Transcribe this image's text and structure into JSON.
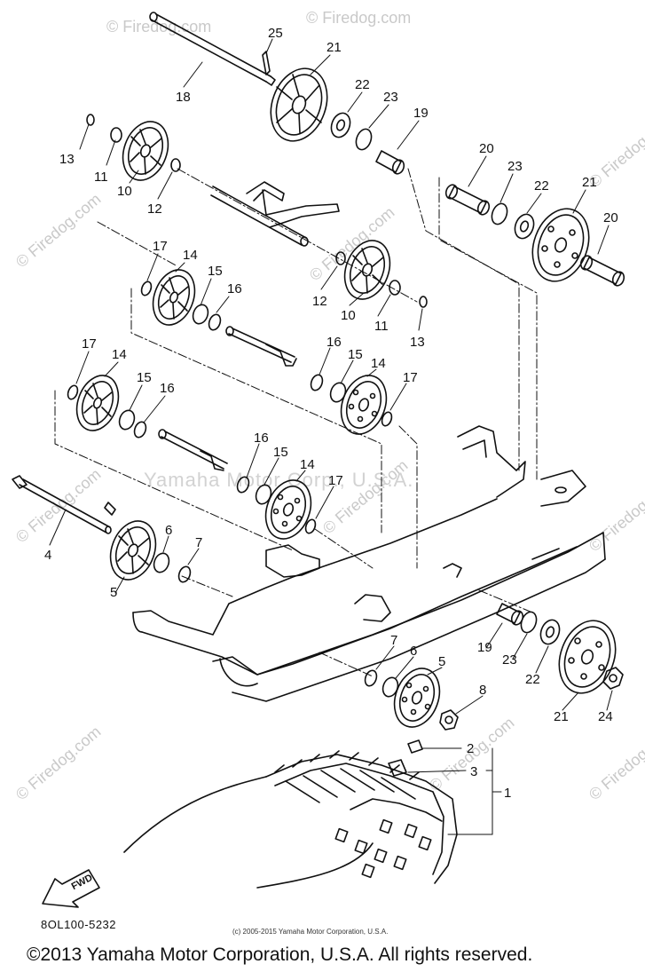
{
  "diagram": {
    "callouts": [
      "1",
      "2",
      "3",
      "4",
      "5",
      "6",
      "7",
      "8",
      "10",
      "11",
      "12",
      "13",
      "14",
      "15",
      "16",
      "17",
      "18",
      "19",
      "20",
      "21",
      "22",
      "23",
      "24",
      "25"
    ],
    "fwd_label": "FWD",
    "part_code": "8OL100-5232",
    "small_copyright": "(c) 2005-2015 Yamaha Motor Corporation, U.S.A.",
    "center_watermark": "Yamaha Motor Corp., U.S.A.",
    "watermark_text": "© Firedog.com"
  },
  "footer": {
    "copyright": "©2013 Yamaha Motor Corporation, U.S.A. All rights reserved."
  }
}
